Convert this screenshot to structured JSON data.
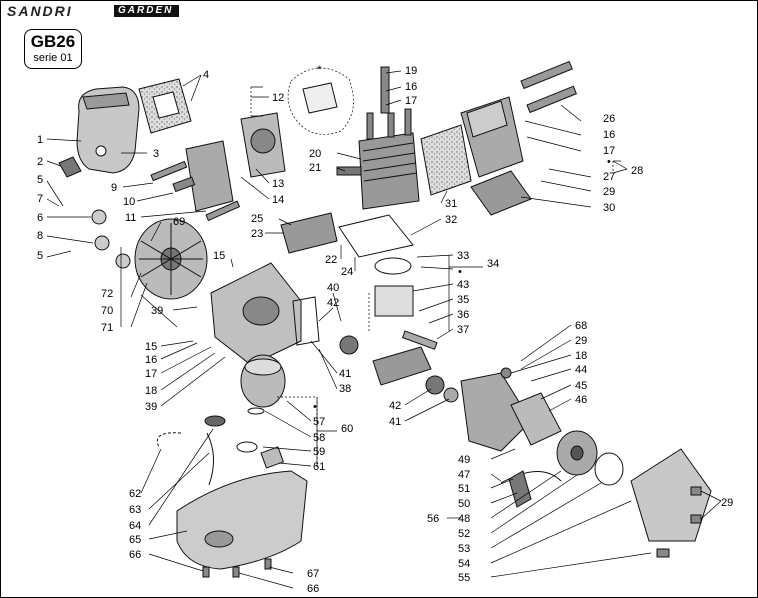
{
  "brand": {
    "name": "SANDRI",
    "sub": "GARDEN"
  },
  "model": {
    "name": "GB26",
    "series": "serie 01"
  },
  "callouts": {
    "c1": "1",
    "c2": "2",
    "c3": "3",
    "c4": "4",
    "c5a": "5",
    "c5b": "5",
    "c6": "6",
    "c7": "7",
    "c8": "8",
    "c9": "9",
    "c10": "10",
    "c11": "11",
    "c12": "12",
    "c13": "13",
    "c14": "14",
    "c15a": "15",
    "c15b": "15",
    "c16a": "16",
    "c16b": "16",
    "c16c": "16",
    "c17a": "17",
    "c17b": "17",
    "c17c": "17",
    "c18a": "18",
    "c18b": "18",
    "c19": "19",
    "c20": "20",
    "c21": "21",
    "c22": "22",
    "c23": "23",
    "c24": "24",
    "c25": "25",
    "c26": "26",
    "c27": "27",
    "c28": "28",
    "c29a": "29",
    "c29b": "29",
    "c29c": "29",
    "c30": "30",
    "c31": "31",
    "c32": "32",
    "c33": "33",
    "c34": "34",
    "c35": "35",
    "c36": "36",
    "c37": "37",
    "c38": "38",
    "c39a": "39",
    "c39b": "39",
    "c40": "40",
    "c41a": "41",
    "c41b": "41",
    "c42a": "42",
    "c42b": "42",
    "c43": "43",
    "c44": "44",
    "c45": "45",
    "c46": "46",
    "c47": "47",
    "c48": "48",
    "c49": "49",
    "c50": "50",
    "c51": "51",
    "c52": "52",
    "c53": "53",
    "c54": "54",
    "c55": "55",
    "c56": "56",
    "c57": "57",
    "c58": "58",
    "c59": "59",
    "c60": "60",
    "c61": "61",
    "c62": "62",
    "c63": "63",
    "c64": "64",
    "c65": "65",
    "c66a": "66",
    "c66b": "66",
    "c67": "67",
    "c68": "68",
    "c69": "69",
    "c70": "70",
    "c71": "71",
    "c72": "72",
    "star": "*",
    "dot28": "•",
    "dot34": "•",
    "dot60": "•"
  }
}
